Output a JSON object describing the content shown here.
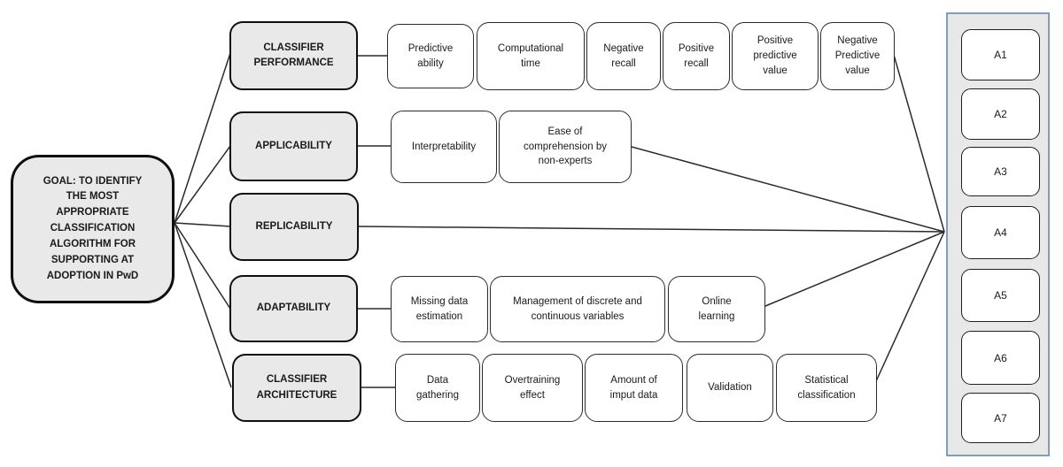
{
  "diagram": {
    "goal": "GOAL: TO IDENTIFY THE MOST APPROPRIATE CLASSIFICATION ALGORITHM FOR SUPPORTING AT ADOPTION IN PwD",
    "criteria": [
      {
        "label": "CLASSIFIER PERFORMANCE",
        "subcriteria": [
          "Predictive ability",
          "Computational time",
          "Negative recall",
          "Positive recall",
          "Positive predictive value",
          "Negative Predictive value"
        ]
      },
      {
        "label": "APPLICABILITY",
        "subcriteria": [
          "Interpretability",
          "Ease of comprehension by non-experts"
        ]
      },
      {
        "label": "REPLICABILITY",
        "subcriteria": []
      },
      {
        "label": "ADAPTABILITY",
        "subcriteria": [
          "Missing data estimation",
          "Management  of discrete and continuous variables",
          "Online learning"
        ]
      },
      {
        "label": "CLASSIFIER ARCHITECTURE",
        "subcriteria": [
          "Data gathering",
          "Overtraining effect",
          "Amount of imput data",
          "Validation",
          "Statistical classification"
        ]
      }
    ],
    "alternatives": [
      "A1",
      "A2",
      "A3",
      "A4",
      "A5",
      "A6",
      "A7"
    ],
    "colors": {
      "criterion_fill": "#e9e9e9",
      "criterion_border": "#0f0f0f",
      "subcriterion_fill": "#ffffff",
      "subcriterion_border": "#2b2b2b",
      "panel_fill": "#e8e8e8",
      "panel_border": "#7f9db9",
      "connector_line": "#2a2a2a"
    }
  }
}
